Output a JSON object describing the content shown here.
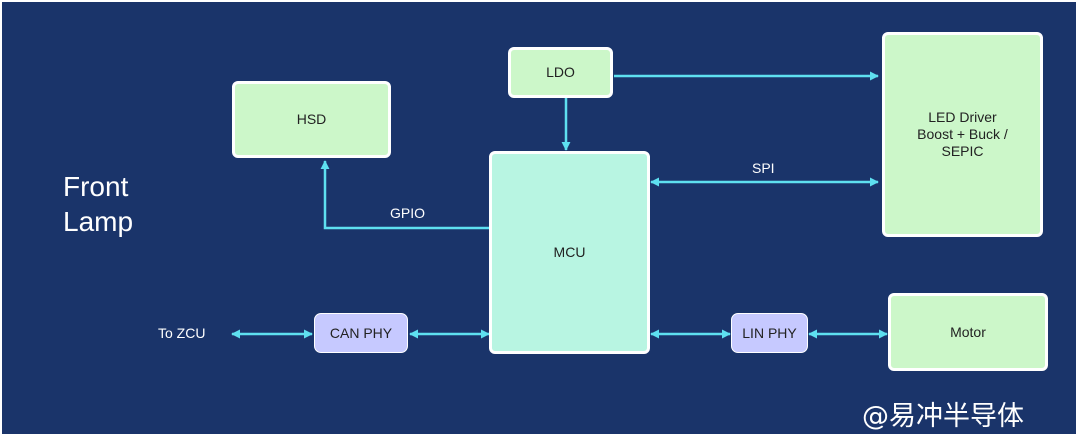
{
  "title": "Front\nLamp",
  "blocks": {
    "ldo": "LDO",
    "hsd": "HSD",
    "mcu": "MCU",
    "led_driver": "LED Driver\nBoost + Buck /\nSEPIC",
    "can_phy": "CAN PHY",
    "lin_phy": "LIN PHY",
    "motor": "Motor"
  },
  "labels": {
    "gpio": "GPIO",
    "spi": "SPI",
    "to_zcu": "To ZCU"
  },
  "watermark": "@易冲半导体",
  "colors": {
    "background": "#1a346a",
    "arrow": "#5ee0f0",
    "block_green": "#ccf7c9",
    "block_mint": "#b8f5e2",
    "block_lavender": "#c6c9ff"
  }
}
